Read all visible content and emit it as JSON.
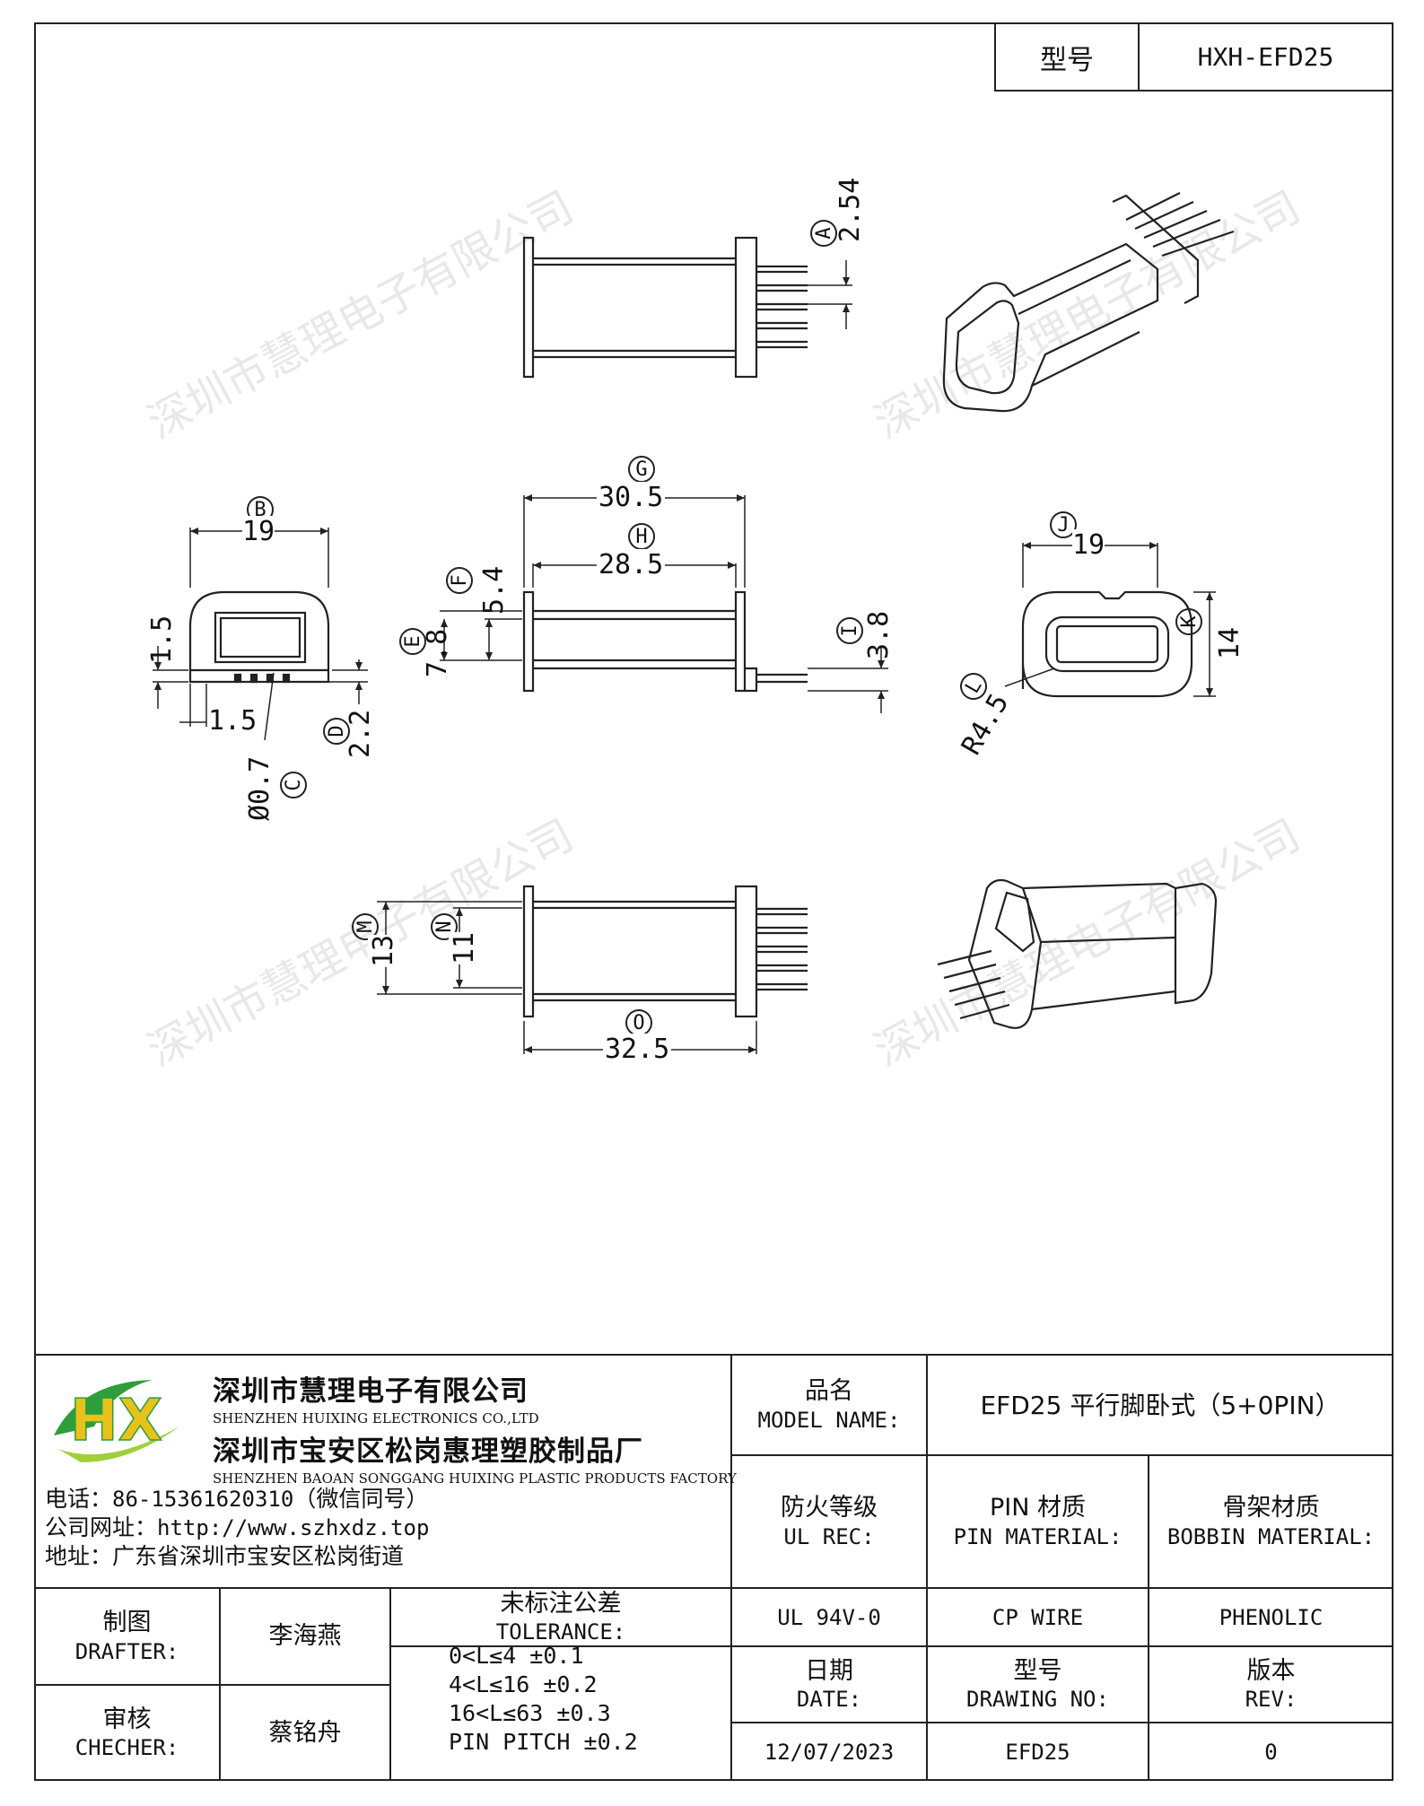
{
  "header": {
    "model_label": "型号",
    "model_value": "HXH-EFD25"
  },
  "watermark": "深圳市慧理电子有限公司",
  "dimensions": {
    "A": {
      "tag": "A",
      "value": "2.54"
    },
    "B": {
      "tag": "B",
      "value": "19"
    },
    "C": {
      "tag": "C",
      "value": "Ø0.7"
    },
    "D": {
      "tag": "D",
      "value": "2.2"
    },
    "E": {
      "tag": "E",
      "value": "7.8"
    },
    "F": {
      "tag": "F",
      "value": "5.4"
    },
    "G": {
      "tag": "G",
      "value": "30.5"
    },
    "H": {
      "tag": "H",
      "value": "28.5"
    },
    "I": {
      "tag": "I",
      "value": "3.8"
    },
    "J": {
      "tag": "J",
      "value": "19"
    },
    "K": {
      "tag": "K",
      "value": "14"
    },
    "L": {
      "tag": "L",
      "value": "R4.5"
    },
    "M": {
      "tag": "M",
      "value": "13"
    },
    "N": {
      "tag": "N",
      "value": "11"
    },
    "O": {
      "tag": "O",
      "value": "32.5"
    },
    "side_top": "1.5",
    "side_bottom": "1.5"
  },
  "company": {
    "name_cn": "深圳市慧理电子有限公司",
    "name_en": "SHENZHEN HUIXING ELECTRONICS CO.,LTD",
    "factory_cn": "深圳市宝安区松岗惠理塑胶制品厂",
    "factory_en": "SHENZHEN BAOAN SONGGANG HUIXING PLASTIC PRODUCTS FACTORY",
    "phone_label": "电话：",
    "phone": "86-15361620310",
    "phone_note": "（微信同号）",
    "web_label": "公司网址：",
    "web": "http://www.szhxdz.top",
    "addr_label": "地址：",
    "addr": "广东省深圳市宝安区松岗街道",
    "logo_text": "HX",
    "logo_colors": {
      "green": "#2e9e3a",
      "yellow": "#e8c21a",
      "light_green": "#9fd03b"
    }
  },
  "title_block": {
    "model_name_cn": "品名",
    "model_name_en": "MODEL NAME:",
    "model_name_value": "EFD25 平行脚卧式（5+0PIN）",
    "ul_cn": "防火等级",
    "ul_en": "UL REC:",
    "pin_mat_cn": "PIN 材质",
    "pin_mat_en": "PIN MATERIAL:",
    "bobbin_mat_cn": "骨架材质",
    "bobbin_mat_en": "BOBBIN MATERIAL:",
    "ul_value": "UL 94V-0",
    "pin_value": "CP WIRE",
    "bobbin_value": "PHENOLIC",
    "drafter_cn": "制图",
    "drafter_en": "DRAFTER:",
    "drafter_name": "李海燕",
    "checker_cn": "审核",
    "checker_en": "CHECHER:",
    "checker_name": "蔡铭舟",
    "tol_cn": "未标注公差",
    "tol_en": "TOLERANCE:",
    "tolerances": [
      "0<L≤4  ±0.1",
      "4<L≤16  ±0.2",
      "16<L≤63  ±0.3",
      "PIN PITCH  ±0.2"
    ],
    "date_cn": "日期",
    "date_en": "DATE:",
    "date_value": "12/07/2023",
    "drawing_cn": "型号",
    "drawing_en": "DRAWING NO:",
    "drawing_value": "EFD25",
    "rev_cn": "版本",
    "rev_en": "REV:",
    "rev_value": "0"
  }
}
